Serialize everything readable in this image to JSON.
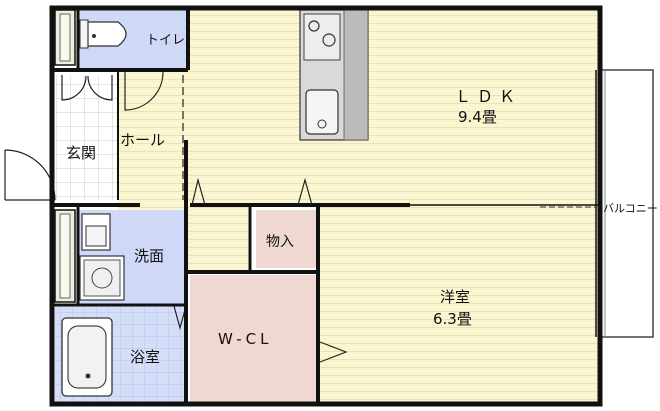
{
  "rooms": {
    "toilet": {
      "label": "トイレ"
    },
    "hall": {
      "label": "ホール"
    },
    "entrance": {
      "label": "玄関"
    },
    "ldk": {
      "name": "ＬＤＫ",
      "size": "9.4畳"
    },
    "washroom": {
      "label": "洗面"
    },
    "storage": {
      "label": "物入"
    },
    "bath": {
      "label": "浴室"
    },
    "wcl": {
      "label": "W-CL"
    },
    "western": {
      "name": "洋室",
      "size": "6.3畳"
    },
    "balcony": {
      "label": "バルコニー"
    }
  },
  "colors": {
    "floor_wood": "#fbf6d2",
    "floor_tile_blue": "#cfd8f7",
    "closet_pink": "#efd8d2",
    "wall": "#111111"
  }
}
